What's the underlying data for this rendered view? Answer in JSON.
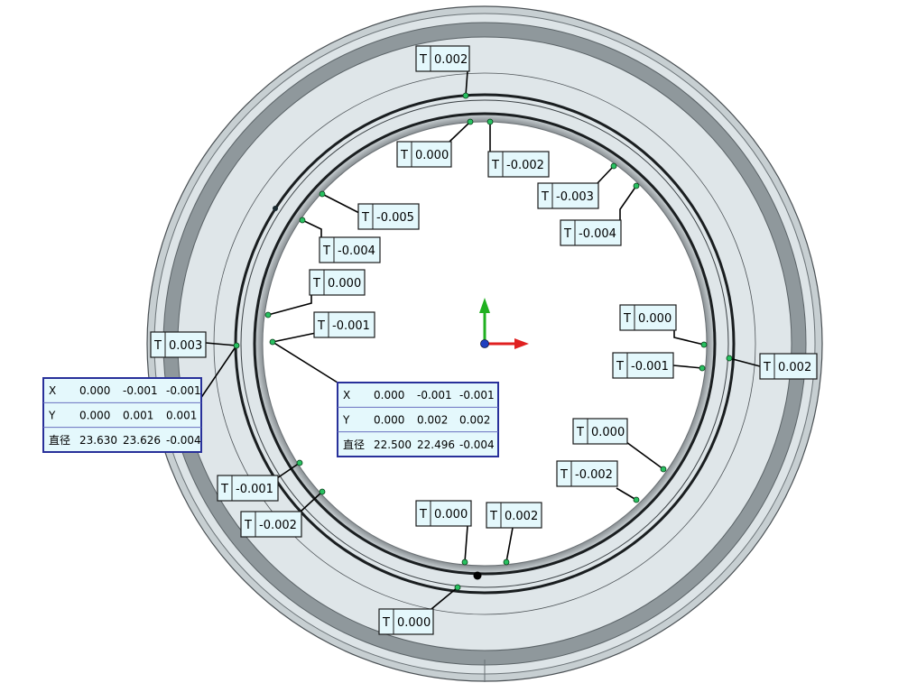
{
  "callouts": [
    {
      "id": "c01",
      "symbol": "T",
      "value": "0.002"
    },
    {
      "id": "c02",
      "symbol": "T",
      "value": "0.000"
    },
    {
      "id": "c03",
      "symbol": "T",
      "value": "-0.002"
    },
    {
      "id": "c04",
      "symbol": "T",
      "value": "-0.003"
    },
    {
      "id": "c05",
      "symbol": "T",
      "value": "-0.004"
    },
    {
      "id": "c06",
      "symbol": "T",
      "value": "-0.005"
    },
    {
      "id": "c07",
      "symbol": "T",
      "value": "-0.004"
    },
    {
      "id": "c08",
      "symbol": "T",
      "value": "0.000"
    },
    {
      "id": "c09",
      "symbol": "T",
      "value": "-0.001"
    },
    {
      "id": "c10",
      "symbol": "T",
      "value": "0.003"
    },
    {
      "id": "c11",
      "symbol": "T",
      "value": "0.000"
    },
    {
      "id": "c12",
      "symbol": "T",
      "value": "-0.001"
    },
    {
      "id": "c13",
      "symbol": "T",
      "value": "0.002"
    },
    {
      "id": "c14",
      "symbol": "T",
      "value": "0.000"
    },
    {
      "id": "c15",
      "symbol": "T",
      "value": "-0.002"
    },
    {
      "id": "c16",
      "symbol": "T",
      "value": "-0.001"
    },
    {
      "id": "c17",
      "symbol": "T",
      "value": "-0.002"
    },
    {
      "id": "c18",
      "symbol": "T",
      "value": "0.000"
    },
    {
      "id": "c19",
      "symbol": "T",
      "value": "0.002"
    },
    {
      "id": "c20",
      "symbol": "T",
      "value": "0.000"
    }
  ],
  "tables": [
    {
      "id": "outer-circle-table",
      "rows": [
        {
          "label": "X",
          "values": [
            "0.000",
            "-0.001",
            "-0.001"
          ]
        },
        {
          "label": "Y",
          "values": [
            "0.000",
            "0.001",
            "0.001"
          ]
        },
        {
          "label": "直径",
          "values": [
            "23.630",
            "23.626",
            "-0.004"
          ]
        }
      ]
    },
    {
      "id": "inner-circle-table",
      "rows": [
        {
          "label": "X",
          "values": [
            "0.000",
            "-0.001",
            "-0.001"
          ]
        },
        {
          "label": "Y",
          "values": [
            "0.000",
            "0.002",
            "0.002"
          ]
        },
        {
          "label": "直径",
          "values": [
            "22.500",
            "22.496",
            "-0.004"
          ]
        }
      ]
    }
  ],
  "colors": {
    "ring_face": "#dfe6e9",
    "ring_dark": "#8f989c",
    "callout_fill": "#e4f8fc",
    "table_border": "#28309a",
    "axis_x": "#e02020",
    "axis_y": "#20b020",
    "axis_z": "#2040c0",
    "point": "#28c060"
  }
}
